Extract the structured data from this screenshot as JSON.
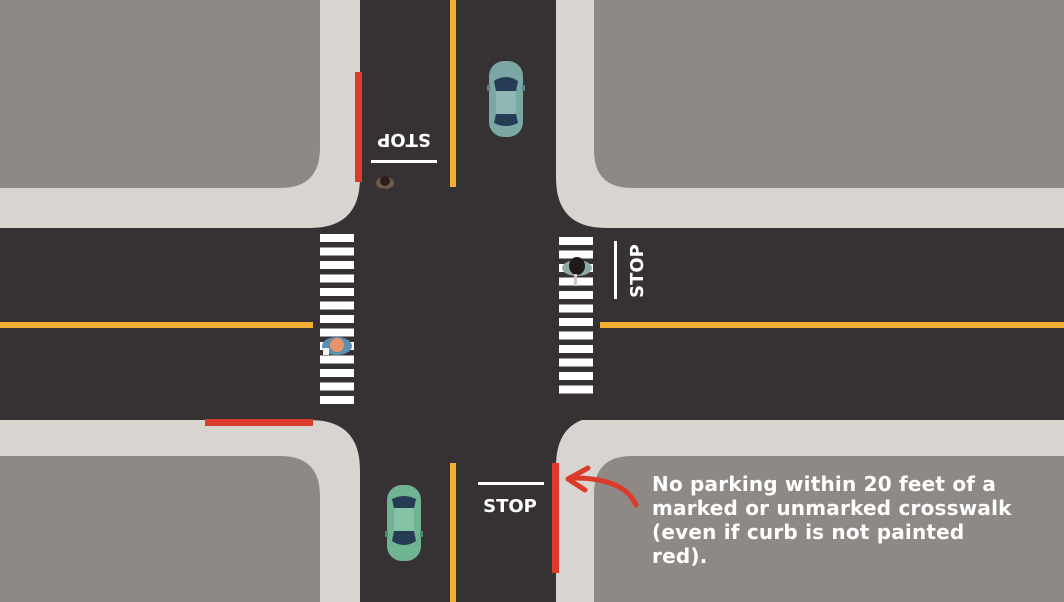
{
  "colors": {
    "block": "#8f8985",
    "sidewalk": "#d8d5d1",
    "road": "#363233",
    "center_line": "#f2b134",
    "crosswalk": "#ffffff",
    "red_curb": "#dc3a2b",
    "car_teal": "#7aa6a3",
    "car_green": "#6fb393"
  },
  "labels": {
    "stop_north": "STOP",
    "stop_east": "STOP",
    "stop_south": "STOP"
  },
  "note": {
    "text": "No parking within 20 feet of a marked or unmarked crosswalk (even if curb is not painted red)."
  }
}
